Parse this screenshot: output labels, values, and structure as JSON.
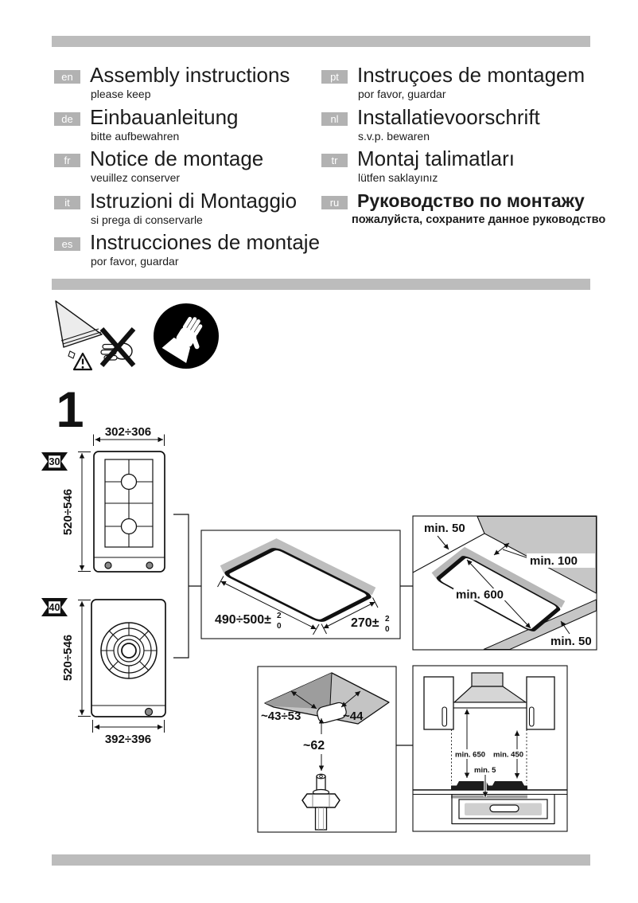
{
  "header": {
    "languages": [
      {
        "code": "en",
        "title": "Assembly instructions",
        "subtitle": "please keep"
      },
      {
        "code": "de",
        "title": "Einbauanleitung",
        "subtitle": "bitte aufbewahren"
      },
      {
        "code": "fr",
        "title": "Notice de montage",
        "subtitle": "veuillez conserver"
      },
      {
        "code": "it",
        "title": "Istruzioni di Montaggio",
        "subtitle": "si prega di conservarle"
      },
      {
        "code": "es",
        "title": "Instrucciones de montaje",
        "subtitle": "por favor, guardar"
      },
      {
        "code": "pt",
        "title": "Instruçoes de montagem",
        "subtitle": "por favor, guardar"
      },
      {
        "code": "nl",
        "title": "Installatievoorschrift",
        "subtitle": "s.v.p. bewaren"
      },
      {
        "code": "tr",
        "title": "Montaj talimatları",
        "subtitle": "lütfen saklayınız"
      },
      {
        "code": "ru",
        "title": "Руководство по монтажу",
        "subtitle": "пожалуйста, сохраните данное руководство"
      }
    ]
  },
  "icons": {
    "sharp_edge": "broken-glass-sharp-edge-warning-icon",
    "gloves": "wear-protective-gloves-icon"
  },
  "figure": {
    "number": "1",
    "hob_two_burner": {
      "badge": "30",
      "top_dim": "302÷306",
      "side_dim": "520÷546"
    },
    "hob_wok": {
      "badge": "40",
      "side_dim": "520÷546",
      "bottom_dim": "392÷396"
    },
    "cutout": {
      "length": "490÷500±",
      "length_tol_plus": "2",
      "length_tol_minus": "0",
      "width": "270±",
      "width_tol_plus": "2",
      "width_tol_minus": "0"
    },
    "clearance": {
      "rear": "min. 50",
      "side": "min. 100",
      "diagonal": "min. 600",
      "front": "min. 50"
    },
    "gas": {
      "corner_left": "~43÷53",
      "corner_right": "~44",
      "drop": "~62"
    },
    "hood": {
      "hood_min": "min. 650",
      "cabinet_min": "min. 450",
      "drawer_min": "min. 5"
    }
  },
  "colors": {
    "bar": "#bcbcbc",
    "badge": "#b2b2b2",
    "wall_gray": "#c6c6c6",
    "band_gray": "#bdbdbd"
  }
}
